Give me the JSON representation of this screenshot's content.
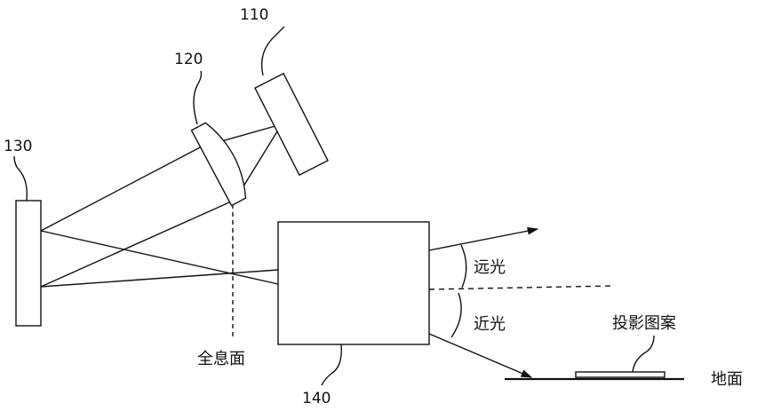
{
  "labels": {
    "slm": "110",
    "lens": "120",
    "mirror": "130",
    "projector": "140"
  },
  "text": {
    "hologram_plane": "全息面",
    "high_beam": "远光",
    "low_beam": "近光",
    "projected_pattern": "投影图案",
    "ground": "地面"
  },
  "colors": {
    "line": "#111111",
    "background": "#ffffff"
  }
}
